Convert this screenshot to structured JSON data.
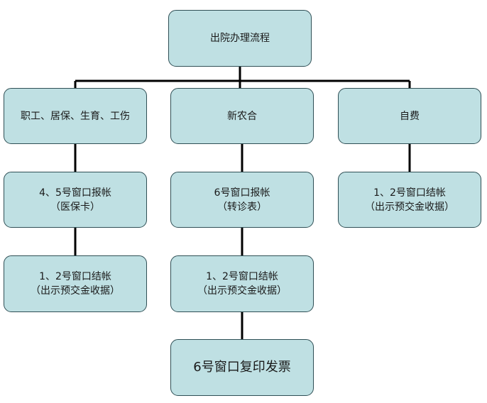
{
  "root": {
    "label": "出院办理流程"
  },
  "branches": {
    "staff": {
      "title": "职工、居保、生育、工伤",
      "step1": {
        "line1": "4、5号窗口报帐",
        "line2": "（医保卡）"
      },
      "step2": {
        "line1": "1、2号窗口结帐",
        "line2": "（出示预交金收据）"
      }
    },
    "ncms": {
      "title": "新农合",
      "step1": {
        "line1": "6号窗口报帐",
        "line2": "（转诊表）"
      },
      "step2": {
        "line1": "1、2号窗口结帐",
        "line2": "（出示预交金收据）"
      },
      "step3": {
        "line1": "6号窗口复印发票"
      }
    },
    "selfpay": {
      "title": "自费",
      "step1": {
        "line1": "1、2号窗口结帐",
        "line2": "（出示预交金收据）"
      }
    }
  },
  "colors": {
    "box_fill": "#bfe0e3",
    "box_border": "#2f4f55",
    "connector": "#000000"
  }
}
